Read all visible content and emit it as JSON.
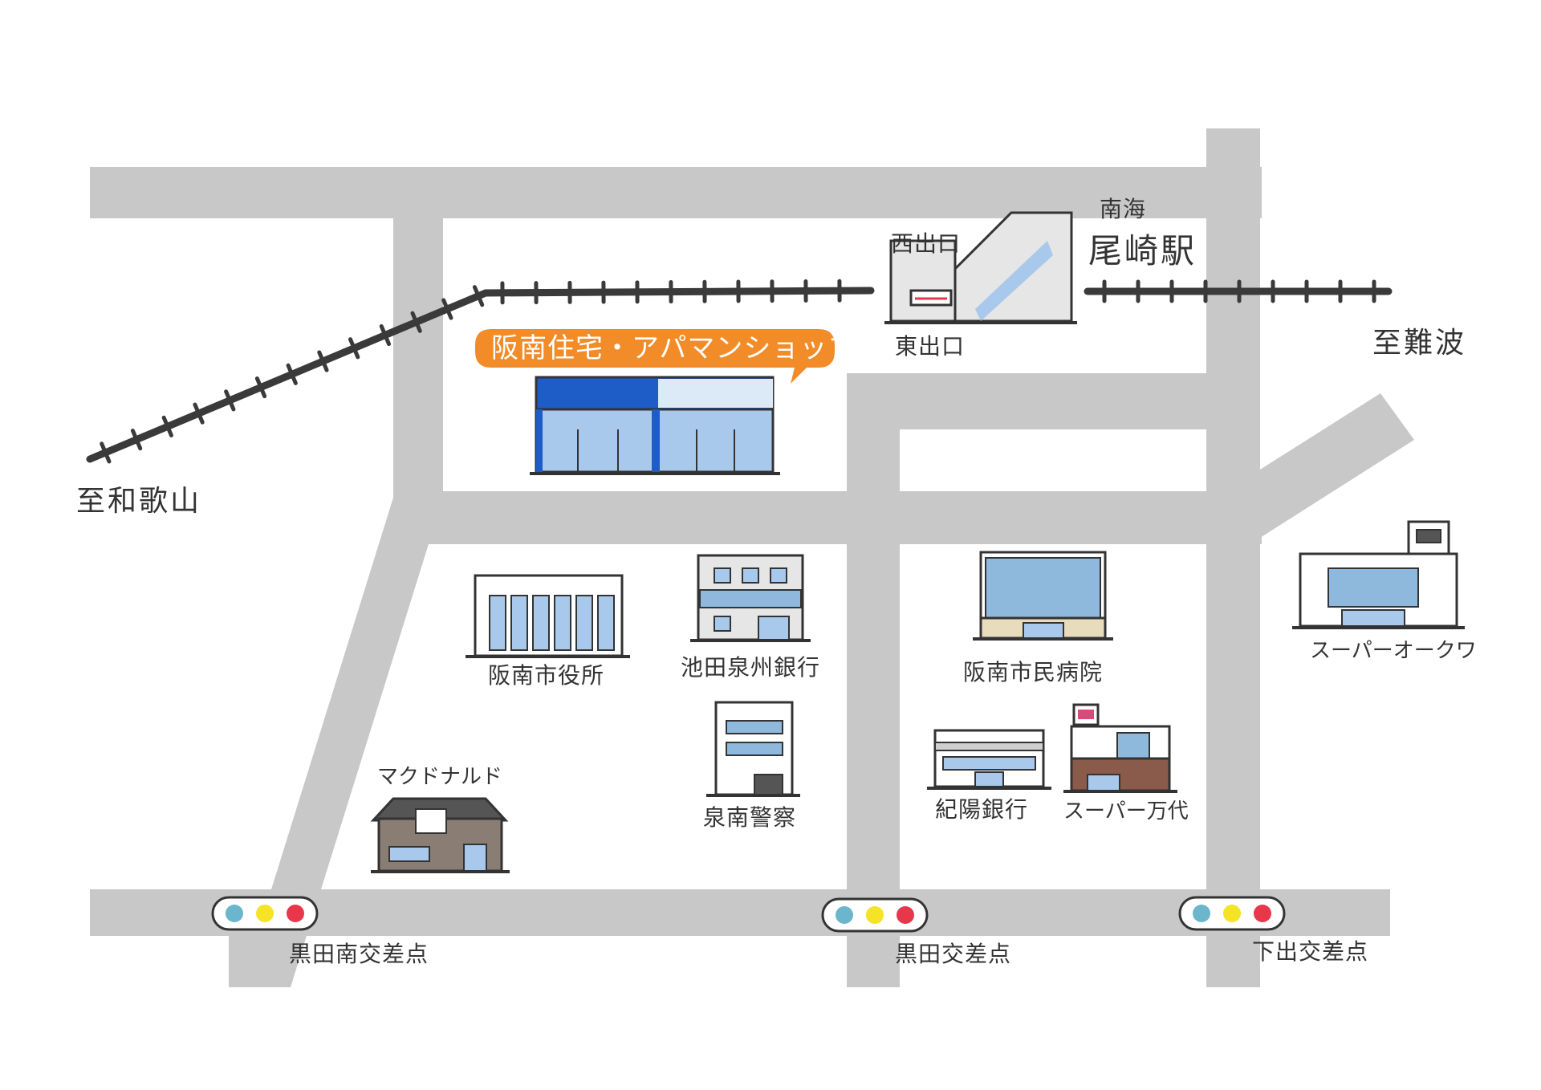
{
  "featured": {
    "label": "阪南住宅・アパマンショップ",
    "accent": "#f28c28"
  },
  "station": {
    "operator": "南海",
    "name": "尾崎駅",
    "west_exit": "西出口",
    "east_exit": "東出口"
  },
  "directions": {
    "wakayama": "至和歌山",
    "namba": "至難波"
  },
  "landmarks": {
    "city_hall": "阪南市役所",
    "ikeda_bank": "池田泉州銀行",
    "hospital": "阪南市民病院",
    "okuwa": "スーパーオークワ",
    "mcdonalds": "マクドナルド",
    "police": "泉南警察",
    "kiyo_bank": "紀陽銀行",
    "ekoi": "スーパー万代"
  },
  "intersections": {
    "kurodaminami": "黒田南交差点",
    "kuroda": "黒田交差点",
    "shimode": "下出交差点"
  },
  "colors": {
    "road": "#c8c8c8",
    "railway": "#3a3a3a",
    "outline": "#333333",
    "building_blue": "#8fb8dd",
    "shop_blue": "#1e5cc8",
    "signal_blue": "#6bb6cc",
    "signal_yellow": "#f5e326",
    "signal_red": "#e8364a"
  }
}
